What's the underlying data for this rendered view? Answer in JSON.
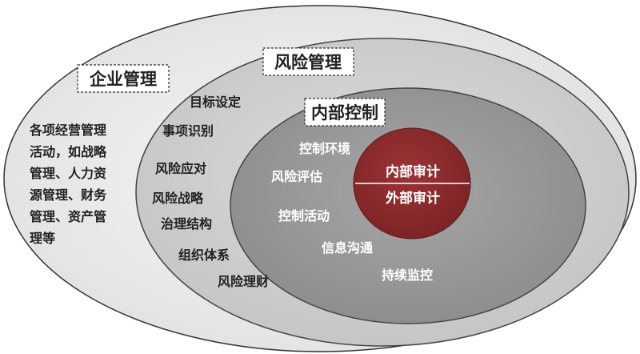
{
  "layers": {
    "enterprise": {
      "title": "企业管理",
      "description_lines": [
        "各项经营管理",
        "活动，如战略",
        "管理、人力资",
        "源管理、财务",
        "管理、资产管",
        "理等"
      ]
    },
    "risk": {
      "title": "风险管理",
      "items": [
        "目标设定",
        "事项识别",
        "风险应对",
        "风险战略",
        "治理结构",
        "组织体系",
        "风险理财"
      ]
    },
    "internal_control": {
      "title": "内部控制",
      "items": [
        "控制环境",
        "风险评估",
        "控制活动",
        "信息沟通",
        "持续监控"
      ]
    },
    "audit": {
      "top": "内部审计",
      "bottom": "外部审计"
    }
  },
  "colors": {
    "outer_fill": "#ececec",
    "risk_fill": "#d2d2d2",
    "control_fill": "#9a9a9a",
    "audit_fill": "#8b2c2e",
    "stroke": "#333333"
  }
}
